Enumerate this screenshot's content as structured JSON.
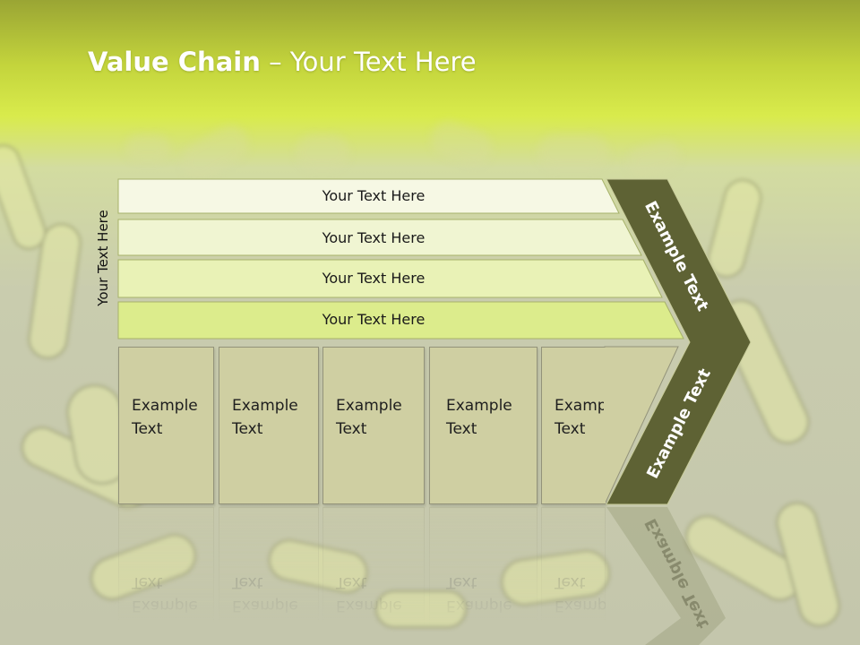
{
  "slide": {
    "title_bold": "Value Chain",
    "title_rest": " – Your Text Here",
    "side_label": "Your Text Here",
    "rows": [
      {
        "label": "Your Text Here",
        "fill": "#f6f8e4"
      },
      {
        "label": "Your Text Here",
        "fill": "#f0f5d2"
      },
      {
        "label": "Your Text Here",
        "fill": "#e9f2b6"
      },
      {
        "label": "Your Text Here",
        "fill": "#dcec8c"
      }
    ],
    "boxes": [
      {
        "line1": "Example",
        "line2": "Text"
      },
      {
        "line1": "Example",
        "line2": "Text"
      },
      {
        "line1": "Example",
        "line2": "Text"
      },
      {
        "line1": "Example",
        "line2": "Text"
      },
      {
        "line1": "Example",
        "line2": "Text"
      }
    ],
    "chevron_top": "Example Text",
    "chevron_bottom": "Example Text",
    "colors": {
      "header_gradient_top": "#9aa534",
      "header_gradient_bottom": "#d8ea4a",
      "chevron_fill": "#5e6234",
      "box_fill": "#cfcfa2"
    }
  }
}
